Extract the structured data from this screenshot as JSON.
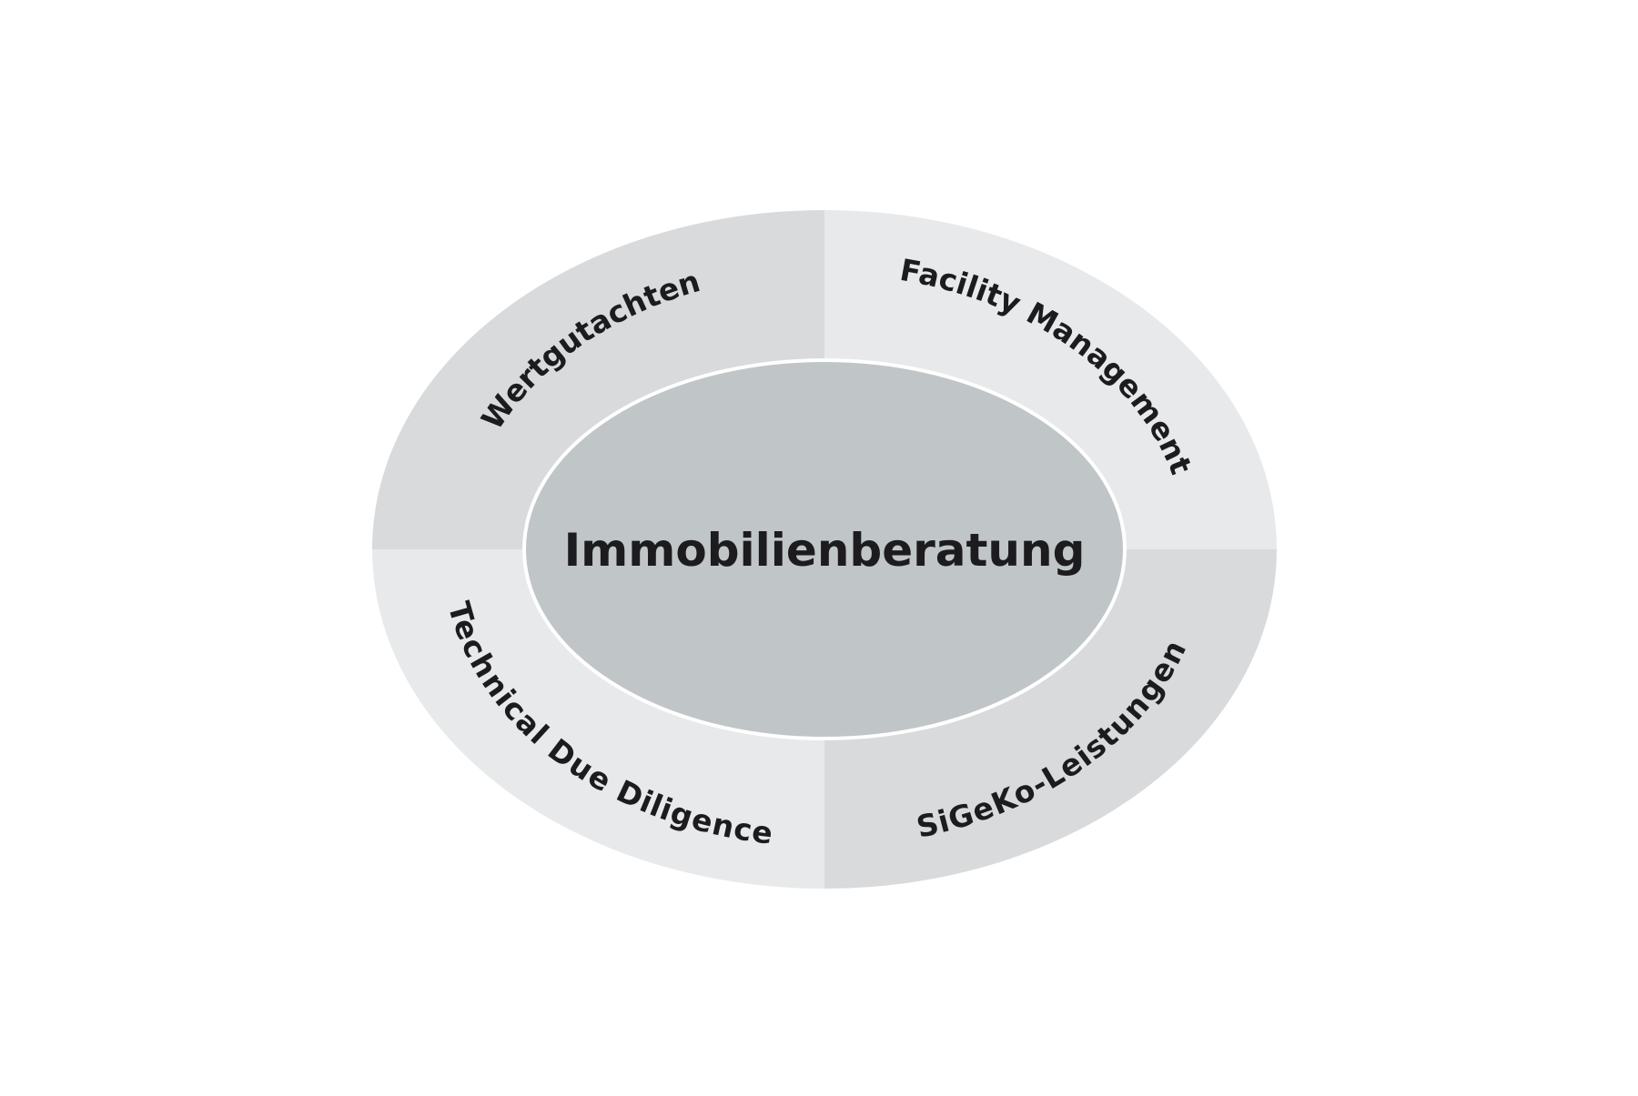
{
  "diagram": {
    "center": {
      "label": "Immobilienberatung",
      "color": "#c0c5c7"
    },
    "segments": [
      {
        "id": "top-left",
        "label": "Wertgutachten",
        "color": "#d8dadc"
      },
      {
        "id": "top-right",
        "label": "Facility Management",
        "color": "#e8e9ea"
      },
      {
        "id": "bottom-left",
        "label": "Technical Due Diligence",
        "color": "#e8e9ea"
      },
      {
        "id": "bottom-right",
        "label": "SiGeKo-Leistungen",
        "color": "#d8dadc"
      }
    ],
    "divider_color": "#ffffff",
    "text_color": "#1c1c1e"
  }
}
